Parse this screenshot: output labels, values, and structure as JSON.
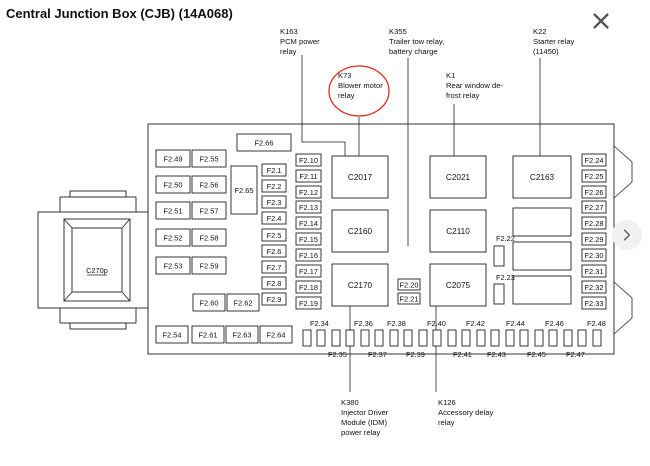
{
  "title": "Central Junction Box (CJB) (14A068)",
  "controls": {
    "close_icon": "close-icon",
    "next_icon": "chevron-right-icon"
  },
  "connector": {
    "label": "C270p"
  },
  "fuses": {
    "col1": [
      "F2.49",
      "F2.50",
      "F2.51",
      "F2.52",
      "F2.53"
    ],
    "col2": [
      "F2.55",
      "F2.56",
      "F2.57",
      "F2.58",
      "F2.59"
    ],
    "f266": "F2.66",
    "f265": "F2.65",
    "colA": [
      "F2.1",
      "F2.2",
      "F2.3",
      "F2.4",
      "F2.5",
      "F2.6",
      "F2.7",
      "F2.8",
      "F2.9"
    ],
    "colB": [
      "F2.10",
      "F2.11",
      "F2.12",
      "F2.13",
      "F2.14",
      "F2.15",
      "F2.16",
      "F2.17",
      "F2.18",
      "F2.19"
    ],
    "mid": [
      "F2.60",
      "F2.62"
    ],
    "bottom": [
      "F2.54",
      "F2.61",
      "F2.63",
      "F2.64"
    ],
    "f220": "F2.20",
    "f221": "F2.21",
    "f222": "F2.22",
    "f223": "F2.23",
    "right": [
      "F2.24",
      "F2.25",
      "F2.26",
      "F2.27",
      "F2.28",
      "F2.29",
      "F2.30",
      "F2.31",
      "F2.32",
      "F2.33"
    ],
    "row_upper": [
      "F2.34",
      "F2.36",
      "F2.38",
      "F2.40",
      "F2.42",
      "F2.44",
      "F2.46",
      "F2.48"
    ],
    "row_lower": [
      "F2.35",
      "F2.37",
      "F2.39",
      "F2.41",
      "F2.43",
      "F2.45",
      "F2.47"
    ]
  },
  "relays": [
    "C2017",
    "C2021",
    "C2163",
    "C2160",
    "C2110",
    "C2170",
    "C2075"
  ],
  "annotations": {
    "k163": [
      "K163",
      "PCM power",
      "relay"
    ],
    "k355": [
      "K355",
      "Trailer tow relay,",
      "battery charge"
    ],
    "k22": [
      "K22",
      "Starter relay",
      "(11450)"
    ],
    "k73": [
      "K73",
      "Blower motor",
      "relay"
    ],
    "k1": [
      "K1",
      "Rear window de-",
      "frost relay"
    ],
    "k380": [
      "K380",
      "Injector Driver",
      "Module (IDM)",
      "power relay"
    ],
    "k126": [
      "K126",
      "Accessory delay",
      "relay"
    ]
  },
  "highlight_color": "#e8281e"
}
